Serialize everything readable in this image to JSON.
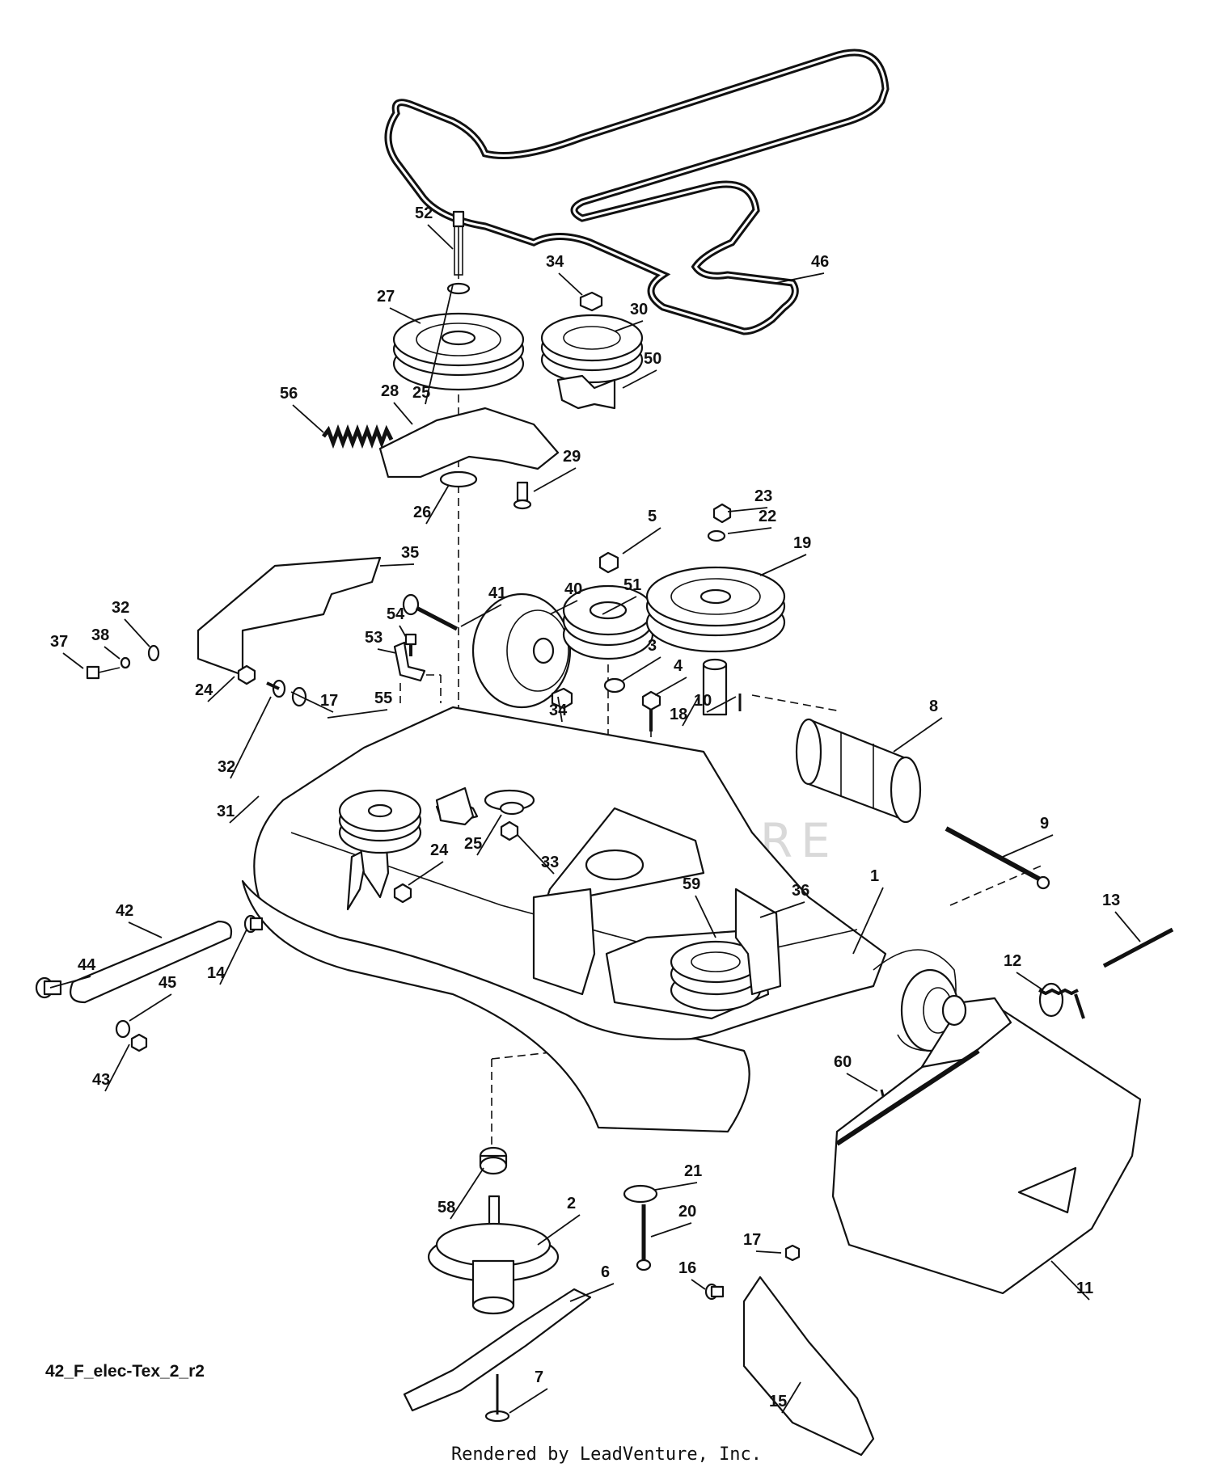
{
  "diagram": {
    "drawing_id": "42_F_elec-Tex_2_r2",
    "footer": "Rendered by LeadVenture, Inc.",
    "watermark": "LEADVENTURE",
    "callouts": [
      {
        "id": "c1",
        "label": "1"
      },
      {
        "id": "c2",
        "label": "2"
      },
      {
        "id": "c3",
        "label": "3"
      },
      {
        "id": "c4",
        "label": "4"
      },
      {
        "id": "c5",
        "label": "5"
      },
      {
        "id": "c6",
        "label": "6"
      },
      {
        "id": "c7",
        "label": "7"
      },
      {
        "id": "c8",
        "label": "8"
      },
      {
        "id": "c9",
        "label": "9"
      },
      {
        "id": "c10",
        "label": "10"
      },
      {
        "id": "c11",
        "label": "11"
      },
      {
        "id": "c12",
        "label": "12"
      },
      {
        "id": "c13",
        "label": "13"
      },
      {
        "id": "c14",
        "label": "14"
      },
      {
        "id": "c15",
        "label": "15"
      },
      {
        "id": "c16",
        "label": "16"
      },
      {
        "id": "c17a",
        "label": "17"
      },
      {
        "id": "c17b",
        "label": "17"
      },
      {
        "id": "c18",
        "label": "18"
      },
      {
        "id": "c19",
        "label": "19"
      },
      {
        "id": "c20",
        "label": "20"
      },
      {
        "id": "c21",
        "label": "21"
      },
      {
        "id": "c22",
        "label": "22"
      },
      {
        "id": "c23",
        "label": "23"
      },
      {
        "id": "c24a",
        "label": "24"
      },
      {
        "id": "c24b",
        "label": "24"
      },
      {
        "id": "c25a",
        "label": "25"
      },
      {
        "id": "c25b",
        "label": "25"
      },
      {
        "id": "c26",
        "label": "26"
      },
      {
        "id": "c27",
        "label": "27"
      },
      {
        "id": "c28",
        "label": "28"
      },
      {
        "id": "c29",
        "label": "29"
      },
      {
        "id": "c30",
        "label": "30"
      },
      {
        "id": "c31",
        "label": "31"
      },
      {
        "id": "c32a",
        "label": "32"
      },
      {
        "id": "c32b",
        "label": "32"
      },
      {
        "id": "c33",
        "label": "33"
      },
      {
        "id": "c34a",
        "label": "34"
      },
      {
        "id": "c34b",
        "label": "34"
      },
      {
        "id": "c35",
        "label": "35"
      },
      {
        "id": "c36",
        "label": "36"
      },
      {
        "id": "c37",
        "label": "37"
      },
      {
        "id": "c38",
        "label": "38"
      },
      {
        "id": "c40",
        "label": "40"
      },
      {
        "id": "c41",
        "label": "41"
      },
      {
        "id": "c42",
        "label": "42"
      },
      {
        "id": "c43",
        "label": "43"
      },
      {
        "id": "c44",
        "label": "44"
      },
      {
        "id": "c45",
        "label": "45"
      },
      {
        "id": "c46",
        "label": "46"
      },
      {
        "id": "c50",
        "label": "50"
      },
      {
        "id": "c51",
        "label": "51"
      },
      {
        "id": "c52",
        "label": "52"
      },
      {
        "id": "c53",
        "label": "53"
      },
      {
        "id": "c54",
        "label": "54"
      },
      {
        "id": "c55",
        "label": "55"
      },
      {
        "id": "c56",
        "label": "56"
      },
      {
        "id": "c58",
        "label": "58"
      },
      {
        "id": "c59",
        "label": "59"
      },
      {
        "id": "c60",
        "label": "60"
      }
    ]
  }
}
